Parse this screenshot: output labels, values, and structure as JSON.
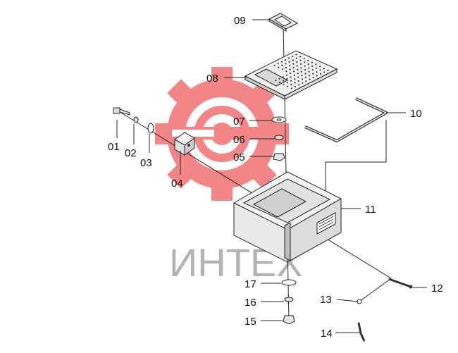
{
  "watermark": {
    "text": "ИНТЕХ",
    "gear_color": "#f07070",
    "text_color": "#a6a6a6",
    "icon": "gear-logo-icon"
  },
  "colors": {
    "line": "#222222",
    "label": "#111111"
  },
  "callouts": {
    "p01": "01",
    "p02": "02",
    "p03": "03",
    "p04": "04",
    "p05": "05",
    "p06": "06",
    "p07": "07",
    "p08": "08",
    "p09": "09",
    "p10": "10",
    "p11": "11",
    "p12": "12",
    "p13": "13",
    "p14": "14",
    "p15": "15",
    "p16": "16",
    "p17": "17"
  }
}
